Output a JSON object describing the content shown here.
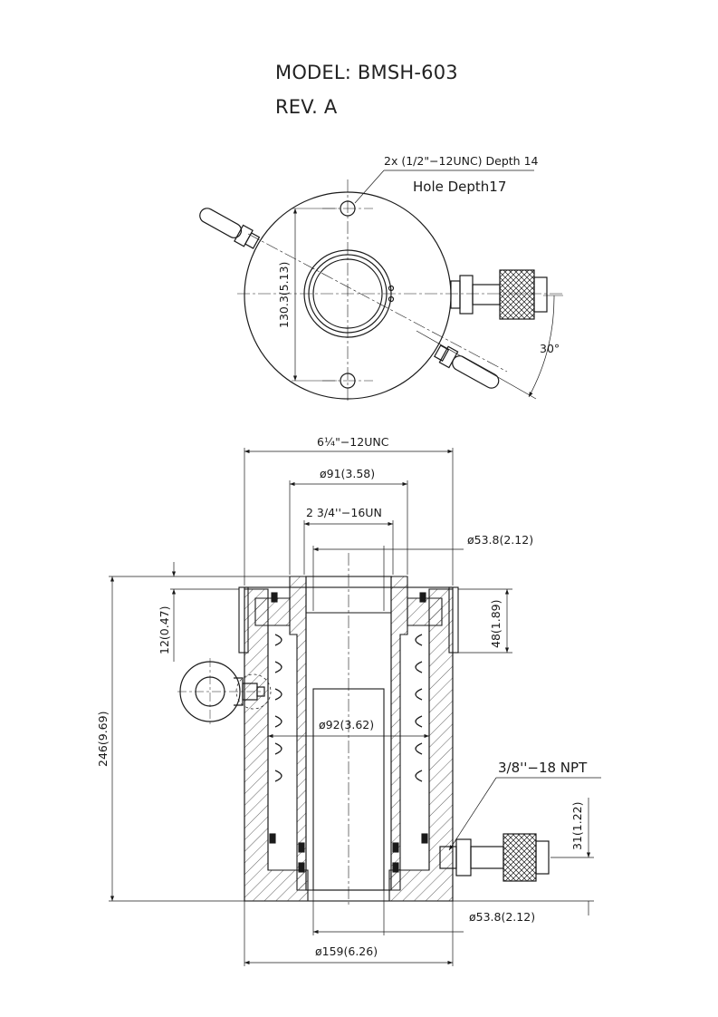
{
  "header": {
    "model": "MODEL: BMSH-603",
    "revision": "REV. A"
  },
  "top_view": {
    "hole_spec": "2x (1/2\"−12UNC) Depth  14",
    "hole_depth": "Hole  Depth17",
    "bolt_circle": "130.3(5.13)",
    "angle": "30°"
  },
  "section_view": {
    "outer_thread": "6¼\"−12UNC",
    "dia_collar": "ø91(3.58)",
    "inner_thread": "2  3/4''−16UN",
    "dia_bore_top": "ø53.8(2.12)",
    "dim_12": "12(0.47)",
    "dim_48": "48(1.89)",
    "dim_246": "246(9.69)",
    "dia_92": "ø92(3.62)",
    "port_thread": "3/8''−18  NPT",
    "dim_31": "31(1.22)",
    "dia_bore_bottom": "ø53.8(2.12)",
    "dia_body": "ø159(6.26)"
  },
  "colors": {
    "line": "#1a1a1a",
    "paper": "#ffffff"
  },
  "icons": [
    "lifting-eye-icon",
    "coupler-icon",
    "handle-icon"
  ]
}
